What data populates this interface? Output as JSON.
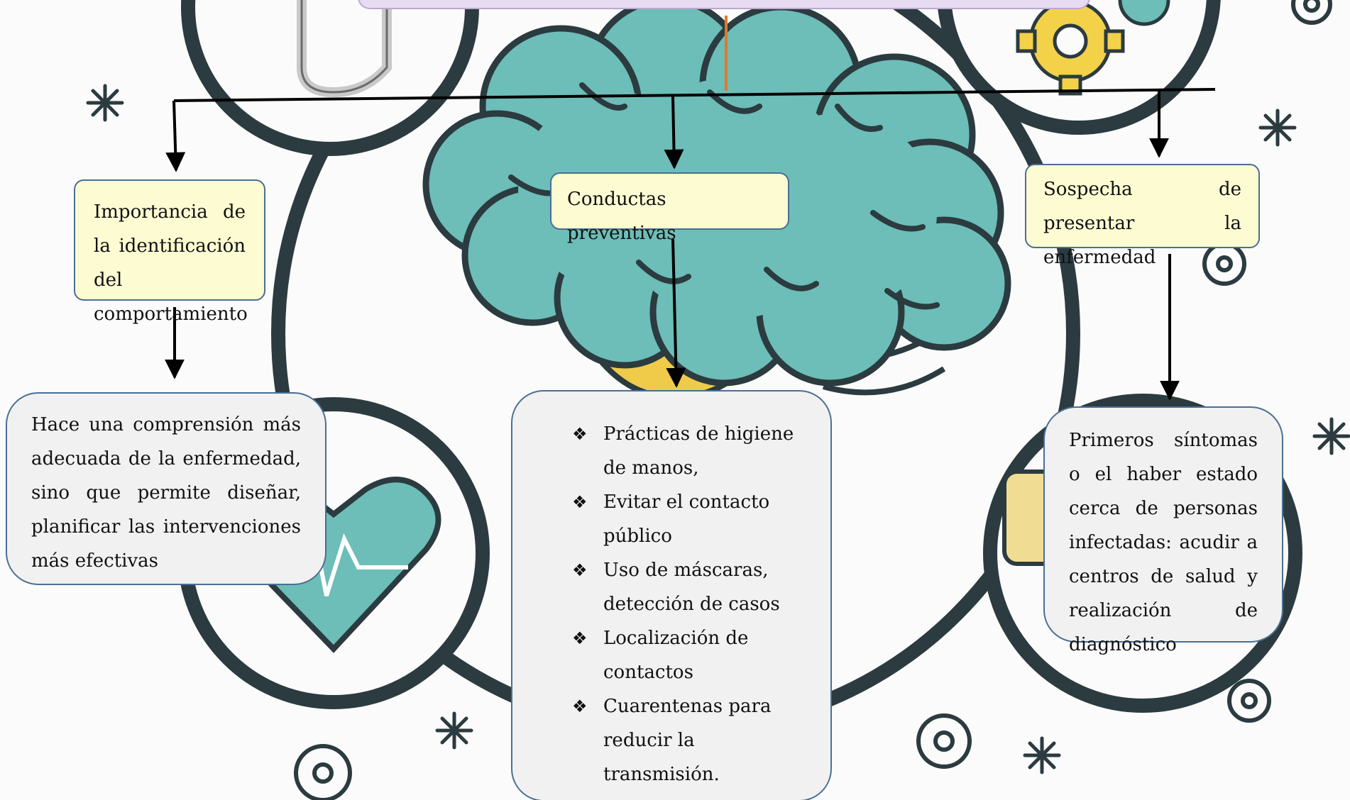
{
  "diagram": {
    "nodes": {
      "importance": {
        "label": "Importancia de la identificación del comportamiento"
      },
      "preventive": {
        "label": "Conductas preventivas"
      },
      "suspicion": {
        "label": "Sospecha de presentar la enfermedad"
      },
      "understanding": {
        "label": "Hace una comprensión más adecuada de la enfermedad, sino que permite diseñar, planificar las intervenciones más efectivas"
      },
      "practices": {
        "bullet_icon": "four-diamond-bullet-icon",
        "items": [
          "Prácticas de higiene de manos,",
          "Evitar el contacto público",
          "Uso de máscaras, detección de casos",
          "Localización de contactos",
          "Cuarentenas para reducir la transmisión."
        ]
      },
      "symptoms": {
        "label": "Primeros síntomas o el haber estado cerca de personas infectadas: acudir a centros de salud y realización de diagnóstico"
      }
    },
    "edges": [
      {
        "from": "root",
        "to": "importance"
      },
      {
        "from": "root",
        "to": "preventive"
      },
      {
        "from": "root",
        "to": "suspicion"
      },
      {
        "from": "importance",
        "to": "understanding"
      },
      {
        "from": "preventive",
        "to": "practices"
      },
      {
        "from": "suspicion",
        "to": "symptoms"
      }
    ]
  },
  "background": {
    "illustration": "brain-lightbulb-health-illustration",
    "icons": [
      "stethoscope-icon",
      "gears-icon",
      "heart-pulse-icon",
      "chat-bubble-icon",
      "sparkle-icon",
      "ring-icon"
    ]
  },
  "colors": {
    "brain": "#6dbdb8",
    "brain_outline": "#2b3b3f",
    "bulb": "#f0cb4a",
    "gear": "#f3d24a",
    "title_box": "#e8dcf3",
    "yellow_box": "#fdfbd2",
    "grey_box": "#f1f1f1",
    "box_border": "#4a6f93",
    "connector": "#000000",
    "accent_line": "#e0782c"
  }
}
